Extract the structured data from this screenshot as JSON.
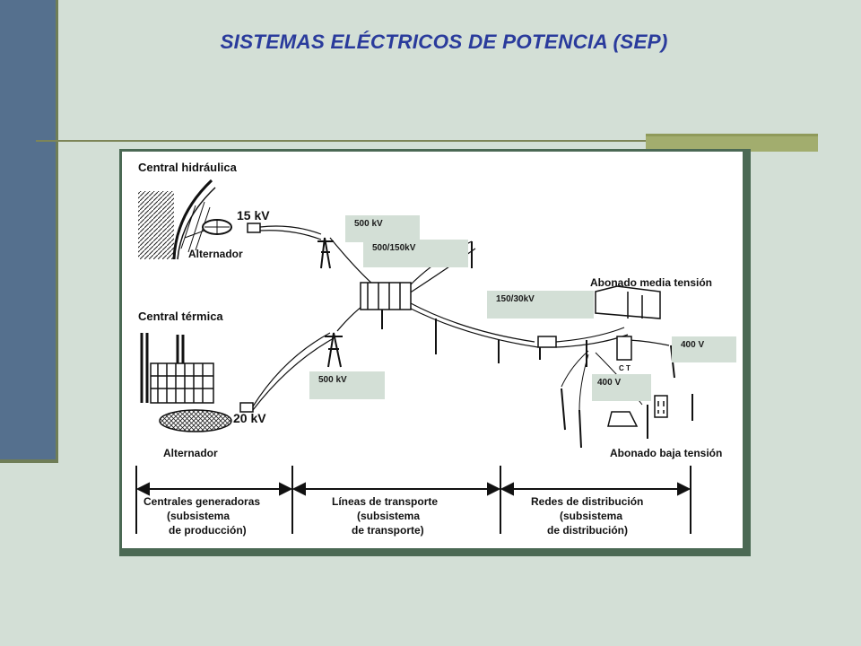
{
  "page": {
    "title": "SISTEMAS ELÉCTRICOS DE POTENCIA (SEP)",
    "colors": {
      "title": "#2a3b9c",
      "background": "#d3dfd6",
      "band": "#55708e",
      "accent": "#a2ad6e"
    }
  },
  "diagram": {
    "labels": {
      "central_hidraulica": "Central hidráulica",
      "central_termica": "Central térmica",
      "alternador_top": "Alternador",
      "alternador_bottom": "Alternador",
      "kv15": "15 kV",
      "kv20": "20 kV",
      "abonado_media": "Abonado media tensión",
      "abonado_baja": "Abonado baja tensión",
      "ct": "C T"
    },
    "sections": [
      {
        "line1": "Centrales generadoras",
        "line2": "(subsistema",
        "line3": "de producción)"
      },
      {
        "line1": "Líneas de transporte",
        "line2": "(subsistema",
        "line3": "de transporte)"
      },
      {
        "line1": "Redes de distribución",
        "line2": "(subsistema",
        "line3": "de distribución)"
      }
    ]
  },
  "callouts": {
    "kv500_top": "500 kV",
    "kv500_150": "500/150kV",
    "kv150_30": "150/30kV",
    "v400_right": "400 V",
    "kv500_bottom": "500 kV",
    "v400_ct": "400 V"
  }
}
